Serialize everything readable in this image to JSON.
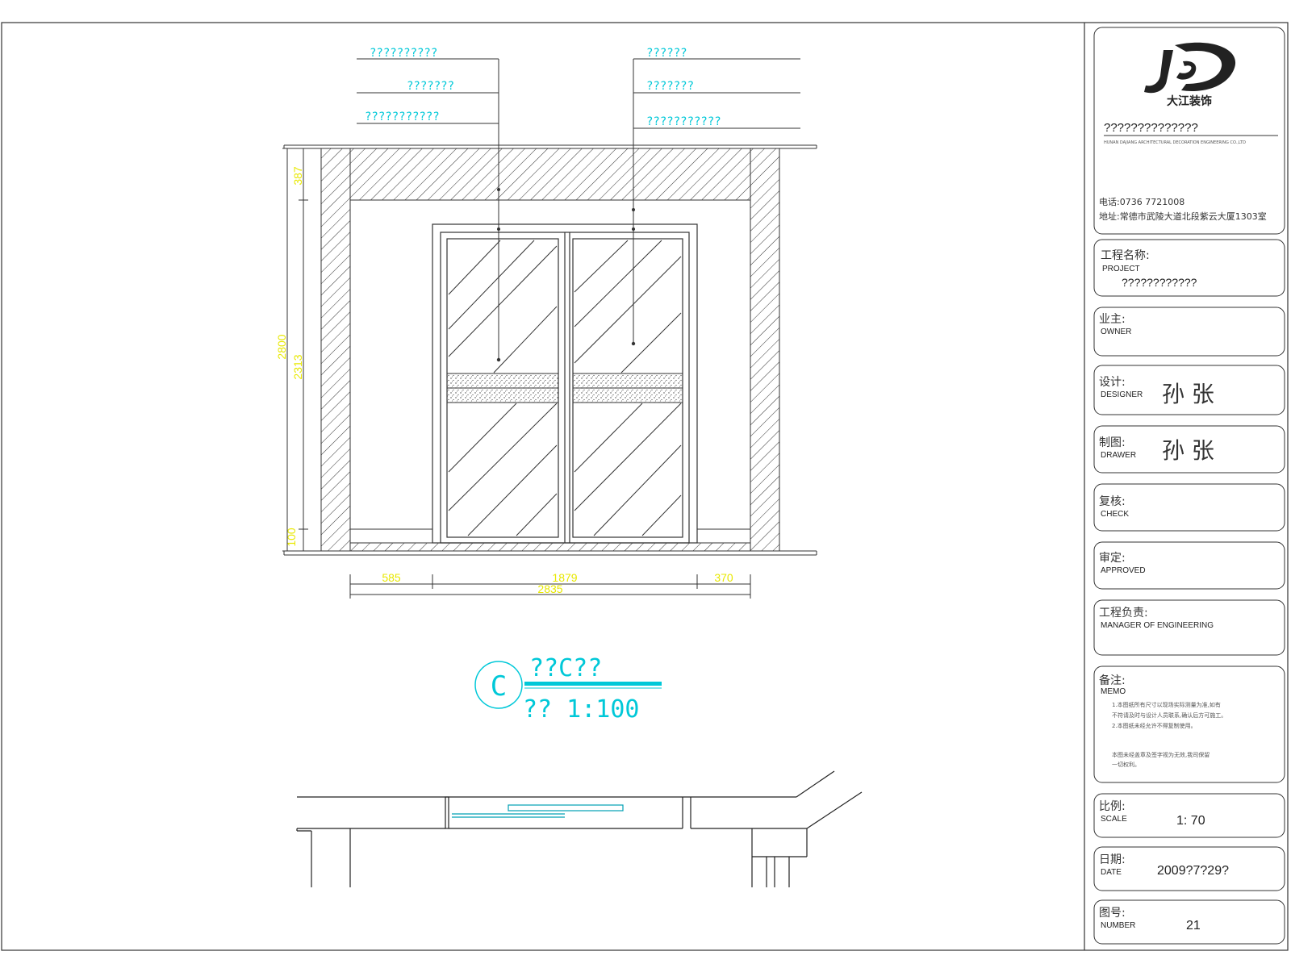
{
  "callouts": {
    "left": [
      "??????????",
      "???????",
      "???????????"
    ],
    "right": [
      "??????",
      "???????",
      "???????????"
    ]
  },
  "dimensions": {
    "vertical": {
      "total": "2800",
      "top": "387",
      "middle": "2313",
      "bottom": "100"
    },
    "horizontal": {
      "left": "585",
      "middle": "1879",
      "right": "370",
      "total": "2835"
    }
  },
  "elevation_label": {
    "symbol": "C",
    "title": "??C??",
    "scale": "?? 1:100"
  },
  "title_block": {
    "company_line": "??????????????",
    "company_sub": "HUNAN DAJIANG ARCHITECTURAL DECORATION ENGINEERING CO.,LTD",
    "phone": "电话:0736    7721008",
    "address": "地址:常德市武陵大道北段紫云大厦1303室",
    "rows": [
      {
        "cn": "工程名称:",
        "en": "PROJECT",
        "value": "????????????"
      },
      {
        "cn": "业主:",
        "en": "OWNER",
        "value": ""
      },
      {
        "cn": "设计:",
        "en": "DESIGNER",
        "value": "孙  张"
      },
      {
        "cn": "制图:",
        "en": "DRAWER",
        "value": "孙  张"
      },
      {
        "cn": "复核:",
        "en": "CHECK",
        "value": ""
      },
      {
        "cn": "审定:",
        "en": "APPROVED",
        "value": ""
      },
      {
        "cn": "工程负责:",
        "en": "MANAGER OF ENGINEERING",
        "value": ""
      },
      {
        "cn": "备注:",
        "en": "MEMO",
        "value": ""
      },
      {
        "cn": "比例:",
        "en": "SCALE",
        "value": "1: 70"
      },
      {
        "cn": "日期:",
        "en": "DATE",
        "value": "2009?7?29?"
      },
      {
        "cn": "图号:",
        "en": "NUMBER",
        "value": "21"
      }
    ],
    "memo_lines": [
      "1.本图纸所有尺寸以现场实际测量为准,如有",
      "不符请及时与设计人员联系,确认后方可施工。",
      "2.本图纸未经允许不得复制使用。",
      "本图未经盖章及签字视为无效,我司保留",
      "一切权利。"
    ]
  },
  "colors": {
    "cyan": "#00c8d8",
    "yellow": "#e8e800",
    "line": "#222222"
  }
}
